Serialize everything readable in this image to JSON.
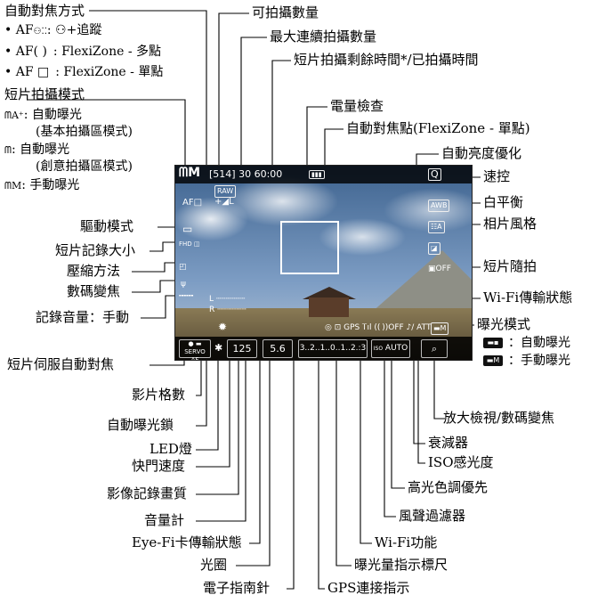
{
  "top_left": {
    "af_method": "自動對焦方式",
    "af_item1": "• AF : :+追蹤",
    "af_item1_mid": ": ⚇+追蹤",
    "af_item2": "• AF( ) : FlexiZone - 多點",
    "af_item3": "• AF □ : FlexiZone - 單點",
    "movie_mode": "短片拍攝模式",
    "mode_a_plus": ": 自動曝光",
    "mode_a_plus_sub": "(基本拍攝區模式)",
    "mode_auto": ": 自動曝光",
    "mode_auto_sub": "(創意拍攝區模式)",
    "mode_manual": ": 手動曝光"
  },
  "top_labels": {
    "shots": "可拍攝數量",
    "max_burst": "最大連續拍攝數量",
    "movie_time": "短片拍攝剩餘時間*/已拍攝時間",
    "battery": "電量檢查",
    "af_point": "自動對焦點(FlexiZone - 單點)",
    "alo": "自動亮度優化"
  },
  "left_labels": {
    "drive": "驅動模式",
    "rec_size": "短片記錄大小",
    "compression": "壓縮方法",
    "digital_zoom": "數碼變焦",
    "rec_level": "記錄音量：手動",
    "servo_af": "短片伺服自動對焦"
  },
  "right_labels": {
    "quick": "速控",
    "wb": "白平衡",
    "picture_style": "相片風格",
    "snapshot": "短片隨拍",
    "wifi_status": "Wi-Fi傳輸狀態",
    "exposure_mode": "曝光模式",
    "exp_auto": "：自動曝光",
    "exp_manual": "：手動曝光"
  },
  "bottom_labels": {
    "fps": "影片格數",
    "ae_lock": "自動曝光鎖",
    "led": "LED燈",
    "shutter": "快門速度",
    "quality": "影像記錄畫質",
    "level_meter": "音量計",
    "eyefi": "Eye-Fi卡傳輸狀態",
    "aperture": "光圈",
    "compass": "電子指南針",
    "magnify": "放大檢視/數碼變焦",
    "attenuator": "衰減器",
    "iso": "ISO感光度",
    "htp": "高光色調優先",
    "wind_filter": "風聲過濾器",
    "wifi_func": "Wi-Fi功能",
    "exp_scale": "曝光量指示標尺",
    "gps": "GPS連接指示"
  },
  "screen": {
    "top_readout": "[514]  30  60:00",
    "mode_icon": "M",
    "af_icon": "AF□",
    "raw": "RAW",
    "quality_icon": "+◢L",
    "lm_l": "L",
    "lm_r": "R",
    "wifi_icons": "◎ ⊡ GPS Ꭲıl (( ))OFF ♪/ ATT",
    "q": "Q",
    "awb": "AWB",
    "servo": "SERVO AF",
    "shutter_val": "125",
    "aperture_val": "5.6",
    "scale": "3..2..1..0..1..2.:3",
    "iso": "AUTO",
    "zoom": "⌕"
  },
  "colors": {
    "line": "#000000",
    "screen_bar": "#111111"
  }
}
